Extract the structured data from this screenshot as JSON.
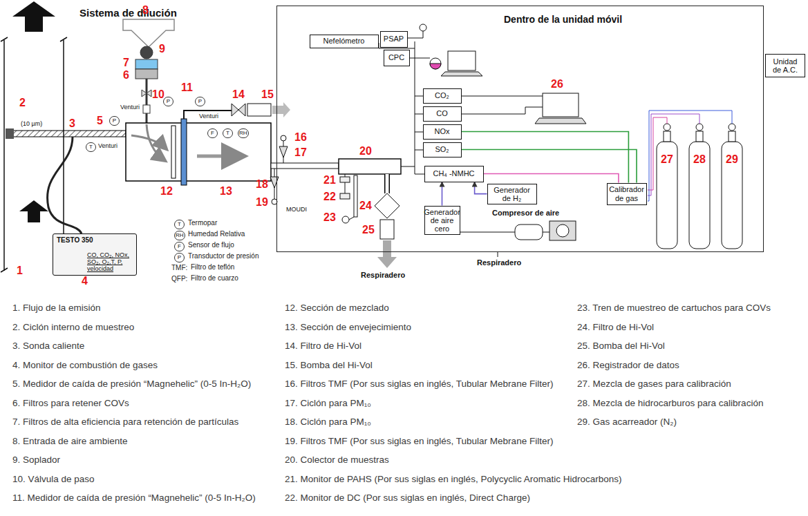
{
  "diagram": {
    "title": "Sistema de dilución",
    "nodes": [
      {
        "text": [
          "Dentro de la unidad móvil"
        ]
      },
      {
        "text": [
          "Nefelómetro"
        ],
        "in": 0
      },
      {
        "text": [
          "PSAP"
        ],
        "in": 0
      },
      {
        "text": [
          "CPC"
        ],
        "in": 0
      },
      {
        "text": [
          "CO₂"
        ],
        "in": 0
      },
      {
        "text": [
          "CO"
        ],
        "in": 0
      },
      {
        "text": [
          "NOx"
        ],
        "in": 0
      },
      {
        "text": [
          "SO₂"
        ],
        "in": 0
      },
      {
        "text": [
          "CH₄ -NMHC"
        ],
        "in": 0
      },
      {
        "text": [
          "Generador de H₂"
        ],
        "in": 0
      },
      {
        "text": [
          "Generador de aire cero"
        ],
        "in": 0
      },
      {
        "text": [
          "Calibrador de gas"
        ],
        "in": 0
      },
      {
        "text": [
          "Unidad de A.C."
        ]
      },
      {
        "text": [
          "TESTO 350",
          "CO, CO₂, NOx, SO₂, O₂,T, P, velocidad"
        ]
      }
    ],
    "edges": [
      {
        "from": 9,
        "to": 8,
        "arrow": "to"
      },
      {
        "from": 10,
        "to": 8,
        "arrow": "to"
      },
      {
        "from": 11,
        "to": 8,
        "arrow": "none"
      },
      {
        "from": 11,
        "to": 7,
        "arrow": "none"
      },
      {
        "from": 11,
        "to": 6,
        "arrow": "none"
      }
    ],
    "labels": [
      "Sistema de dilución",
      "1",
      "2",
      "3",
      "4",
      "5",
      "6",
      "7",
      "8",
      "9",
      "10",
      "11",
      "12",
      "13",
      "14",
      "15",
      "16",
      "17",
      "18",
      "19",
      "20",
      "21",
      "22",
      "23",
      "24",
      "25",
      "26",
      "27",
      "28",
      "29",
      "(10 µm)",
      "Venturi",
      "Venturi",
      "Venturi",
      "P",
      "T",
      "P",
      "P",
      "F",
      "T",
      "RH",
      "T",
      "Termopar",
      "RH",
      "Humedad Relativa",
      "F",
      "Sensor de flujo",
      "P",
      "Transductor de presión",
      "TMF:",
      "Filtro de teflón",
      "QFP:",
      "Filtro de cuarzo",
      "MOUDI",
      "Respiradero",
      "Respiradero",
      "Compresor de aire",
      "1. Flujo de la emisión",
      "2. Ciclón interno de muestreo",
      "3. Sonda caliente",
      "4. Monitor de combustión de gases",
      "5. Medidor de caída de presión “Magnehelic” (0-5 In-H₂O)",
      "6. Filtros para retener COVs",
      "7. Filtros de alta eficiencia para retención de partículas",
      "8. Entrada de aire ambiente",
      "9. Soplador",
      "10. Válvula de paso",
      "11. Medidor de caída de presión “Magnehelic” (0-5 In-H₂O)",
      "12. Sección de mezclado",
      "13. Sección de envejecimiento",
      "14. Filtro de Hi-Vol",
      "15. Bomba del Hi-Vol",
      "16. Filtros TMF (Por sus siglas en inglés, Tubular Mebrane Filter)",
      "17. Ciclón para PM₁₀",
      "18. Ciclón para PM₁₀",
      "19. Filtros TMF (Por sus siglas en inglés, Tubular Mebrane Filter)",
      "20. Colector de muestras",
      "21. Monitor de PAHS (Por sus siglas en inglés, Polycyclic Aromatic Hidrocarbons)",
      "22. Monitor de DC (Por sus siglas en inglés, Direct Charge)",
      "23. Tren de muestreo de cartuchos para COVs",
      "24. Filtro de Hi-Vol",
      "25. Bomba del Hi-Vol",
      "26. Registrador de datos",
      "27. Mezcla de gases para calibración",
      "28. Mezcla de hidrocarburos para calibración",
      "29. Gas acarreador (N₂)"
    ]
  }
}
